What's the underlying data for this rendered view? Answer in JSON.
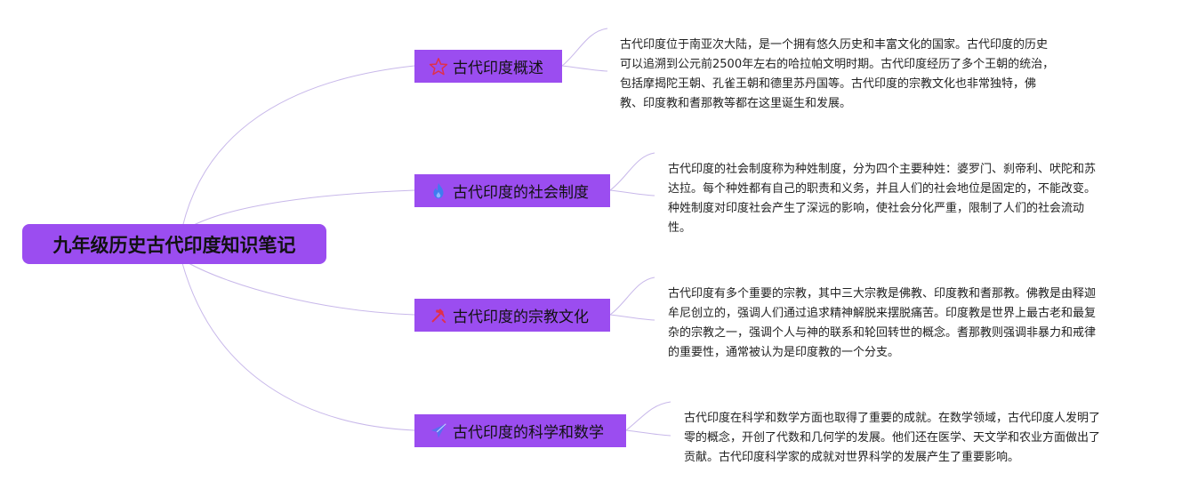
{
  "root": {
    "title": "九年级历史古代印度知识笔记"
  },
  "branches": [
    {
      "title": "古代印度概述",
      "icon": "star-icon",
      "icon_color": "#e0304a",
      "detail": "古代印度位于南亚次大陆，是一个拥有悠久历史和丰富文化的国家。古代印度的历史可以追溯到公元前2500年左右的哈拉帕文明时期。古代印度经历了多个王朝的统治，包括摩揭陀王朝、孔雀王朝和德里苏丹国等。古代印度的宗教文化也非常独特，佛教、印度教和耆那教等都在这里诞生和发展。"
    },
    {
      "title": "古代印度的社会制度",
      "icon": "flame-icon",
      "icon_color": "#3f7cf0",
      "detail": "古代印度的社会制度称为种姓制度，分为四个主要种姓：婆罗门、刹帝利、吠陀和苏达拉。每个种姓都有自己的职责和义务，并且人们的社会地位是固定的，不能改变。种姓制度对印度社会产生了深远的影响，使社会分化严重，限制了人们的社会流动性。"
    },
    {
      "title": "古代印度的宗教文化",
      "icon": "hammer-sickle-icon",
      "icon_color": "#e0304a",
      "detail": "古代印度有多个重要的宗教，其中三大宗教是佛教、印度教和耆那教。佛教是由释迦牟尼创立的，强调人们通过追求精神解脱来摆脱痛苦。印度教是世界上最古老和最复杂的宗教之一，强调个人与神的联系和轮回转世的概念。耆那教则强调非暴力和戒律的重要性，通常被认为是印度教的一个分支。"
    },
    {
      "title": "古代印度的科学和数学",
      "icon": "paper-plane-icon",
      "icon_color": "#5a6ef0",
      "detail": "古代印度在科学和数学方面也取得了重要的成就。在数学领域，古代印度人发明了零的概念，开创了代数和几何学的发展。他们还在医学、天文学和农业方面做出了贡献。古代印度科学家的成就对世界科学的发展产生了重要影响。"
    }
  ],
  "colors": {
    "node_fill": "#9b4df0",
    "connector": "#c8b8ea"
  }
}
